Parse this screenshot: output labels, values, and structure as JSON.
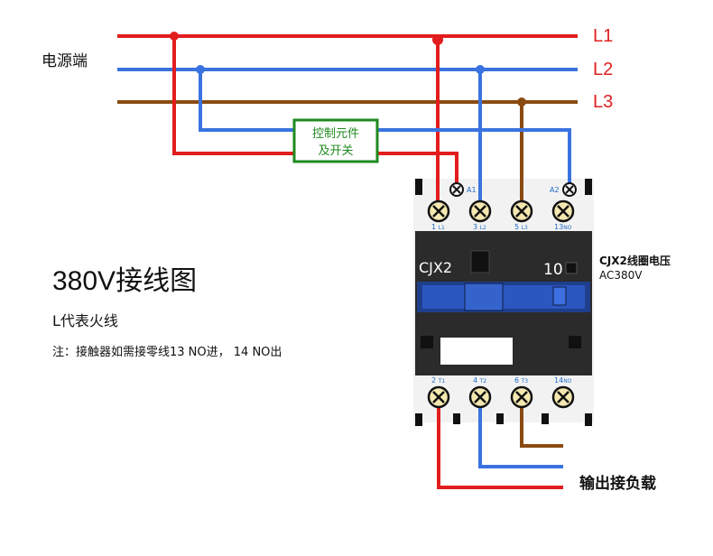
{
  "supply_label": "电源端",
  "lines": [
    {
      "label": "L1",
      "color": "#e21d1d"
    },
    {
      "label": "L2",
      "color": "#3a73e0"
    },
    {
      "label": "L3",
      "color": "#8a4b12"
    }
  ],
  "control_box": {
    "line1": "控制元件",
    "line2": "及开关",
    "color": "#1f8a1f"
  },
  "title": "380V接线图",
  "subtitle": "L代表火线",
  "note": "注：接触器如需接零线13 NO进， 14 NO出",
  "contactor": {
    "model": "CJX2",
    "rating": "10",
    "coil_label_line1": "CJX2线圈电压",
    "coil_label_line2": "AC380V",
    "coil_terminals": [
      "A1",
      "A2"
    ],
    "top_terminals": [
      {
        "num": "1",
        "sub": "L1"
      },
      {
        "num": "3",
        "sub": "L2"
      },
      {
        "num": "5",
        "sub": "L3"
      },
      {
        "num": "13",
        "sub": "NO"
      }
    ],
    "bottom_terminals": [
      {
        "num": "2",
        "sub": "T1"
      },
      {
        "num": "4",
        "sub": "T2"
      },
      {
        "num": "6",
        "sub": "T3"
      },
      {
        "num": "14",
        "sub": "NO"
      }
    ]
  },
  "output_label": "输出接负载"
}
